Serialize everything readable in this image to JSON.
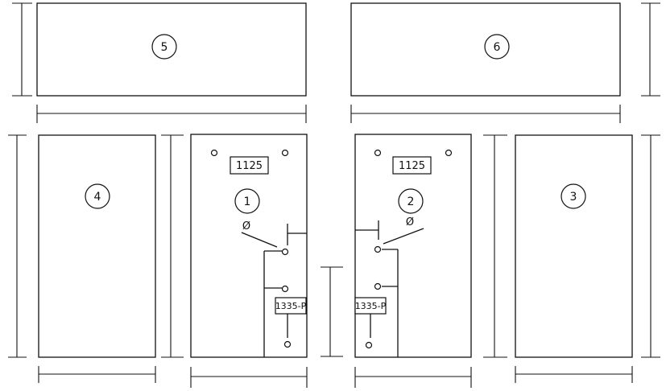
{
  "panels": [
    {
      "id": "5",
      "label": "5"
    },
    {
      "id": "6",
      "label": "6"
    },
    {
      "id": "4",
      "label": "4"
    },
    {
      "id": "1",
      "label": "1",
      "top_box": "1125",
      "side_box": "1335-P",
      "hinge_symbol": "Ø"
    },
    {
      "id": "2",
      "label": "2",
      "top_box": "1125",
      "side_box": "1335-P",
      "hinge_symbol": "Ø"
    },
    {
      "id": "3",
      "label": "3"
    }
  ]
}
